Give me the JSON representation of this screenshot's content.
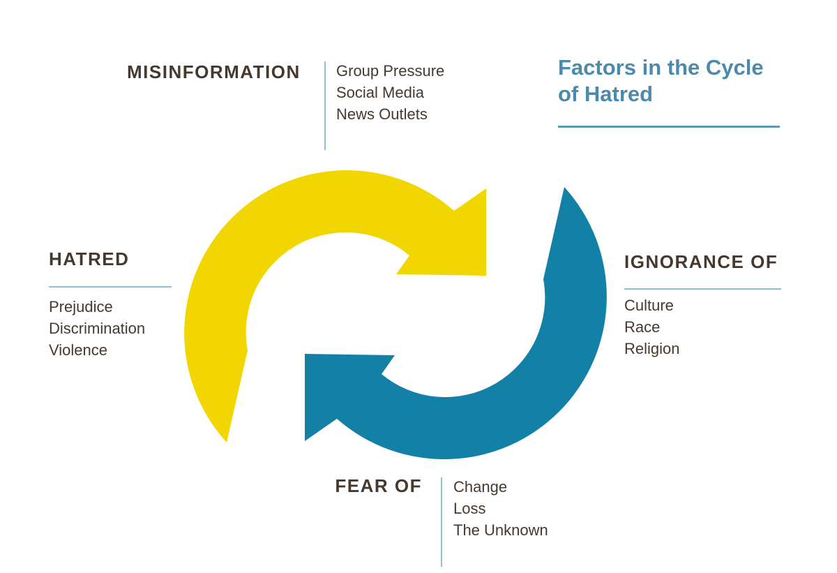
{
  "title": {
    "line1": "Factors in the Cycle",
    "line2": "of Hatred"
  },
  "diagram": {
    "type": "cycle",
    "description_labels": [
      "misinformation",
      "ignorance",
      "fear",
      "hatred"
    ]
  },
  "factors": {
    "misinformation": {
      "heading": "MISINFORMATION",
      "items": [
        "Group Pressure",
        "Social Media",
        "News Outlets"
      ]
    },
    "ignorance": {
      "heading": "IGNORANCE OF",
      "items": [
        "Culture",
        "Race",
        "Religion"
      ]
    },
    "fear": {
      "heading": "FEAR OF",
      "items": [
        "Change",
        "Loss",
        "The Unknown"
      ]
    },
    "hatred": {
      "heading": "HATRED",
      "items": [
        "Prejudice",
        "Discrimination",
        "Violence"
      ]
    }
  },
  "colors": {
    "arrow_yellow": "#f2d602",
    "arrow_teal": "#1381a6",
    "heading_text": "#45382f",
    "body_text": "#46392f",
    "title_blue": "#4a8bad",
    "rule_light": "#8fc0d1",
    "rule_title": "#5e96b5",
    "background": "#ffffff"
  }
}
